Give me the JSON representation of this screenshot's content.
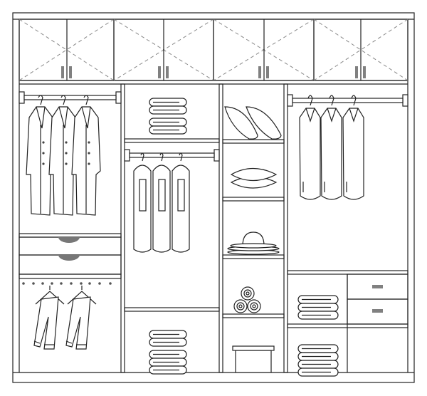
{
  "colors": {
    "line": "#222222",
    "handle": "#808080",
    "dashed": "#888888",
    "background": "#ffffff"
  },
  "wardrobe": {
    "upper_cabinets": 4,
    "doors_per_cabinet": 2,
    "columns": 4
  }
}
